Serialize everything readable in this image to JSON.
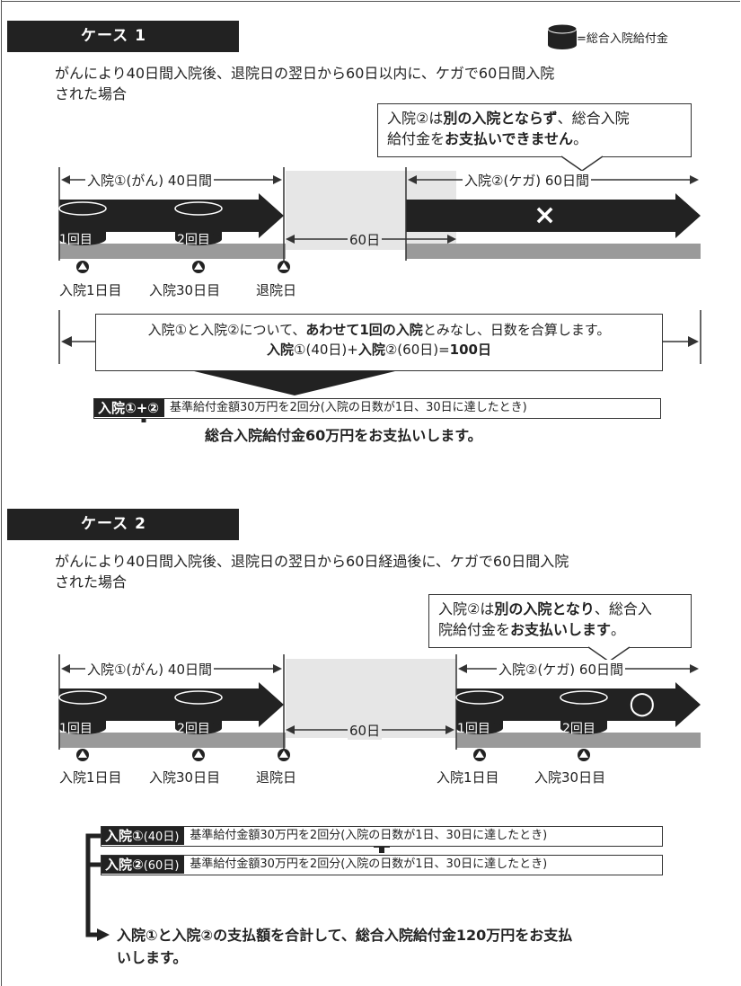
{
  "legend": {
    "icon": "cylinder-icon",
    "text": "=総合入院給付金"
  },
  "case1": {
    "label": "ケース 1",
    "description_line1": "がんにより40日間入院後、退院日の翌日から60日以内に、ケガで60日間入院",
    "description_line2": "された場合",
    "callout_p1": "入院②は",
    "callout_b1": "別の入院とならず",
    "callout_p2": "、総合入院",
    "callout_p3": "給付金を",
    "callout_b2": "お支払いできません",
    "callout_p4": "。",
    "span1_label": "入院①(がん) 40日間",
    "span2_label": "入院②(ケガ) 60日間",
    "gap_label": "60日",
    "result_mark": "×",
    "cyl1": "1回目",
    "cyl2": "2回目",
    "mark1": "入院1日目",
    "mark2": "入院30日目",
    "mark3": "退院日",
    "merge_p1": "入院①と入院②について、",
    "merge_b1": "あわせて1回の入院",
    "merge_p2": "とみなし、日数を合算します。",
    "merge_line2_b1": "入院",
    "merge_line2_p1": "①(40日)+",
    "merge_line2_b2": "入院",
    "merge_line2_p2": "②(60日)=",
    "merge_line2_b3": "100日",
    "pay_tag": "入院①+②",
    "pay_text": "基準給付金額30万円を2回分(入院の日数が1日、30日に達したとき)",
    "result": "総合入院給付金60万円をお支払いします。"
  },
  "case2": {
    "label": "ケース 2",
    "description_line1": "がんにより40日間入院後、退院日の翌日から60日経過後に、ケガで60日間入院",
    "description_line2": "された場合",
    "callout_p1": "入院②は",
    "callout_b1": "別の入院となり",
    "callout_p2": "、総合入",
    "callout_p3": "院給付金を",
    "callout_b2": "お支払いします",
    "callout_p4": "。",
    "span1_label": "入院①(がん) 40日間",
    "span2_label": "入院②(ケガ) 60日間",
    "gap_label": "60日",
    "result_mark": "○",
    "cyl1": "1回目",
    "cyl2": "2回目",
    "cyl3": "1回目",
    "cyl4": "2回目",
    "mark1": "入院1日目",
    "mark2": "入院30日目",
    "mark3": "退院日",
    "mark4": "入院1日目",
    "mark5": "入院30日目",
    "pay1_tag": "入院①",
    "pay1_sub": "(40日)",
    "pay2_tag": "入院②",
    "pay2_sub": "(60日)",
    "pay_text": "基準給付金額30万円を2回分(入院の日数が1日、30日に達したとき)",
    "plus": "+",
    "result_line1": "入院①と入院②の支払額を合計して、総合入院給付金120万円をお支払",
    "result_line2": "いします。"
  }
}
